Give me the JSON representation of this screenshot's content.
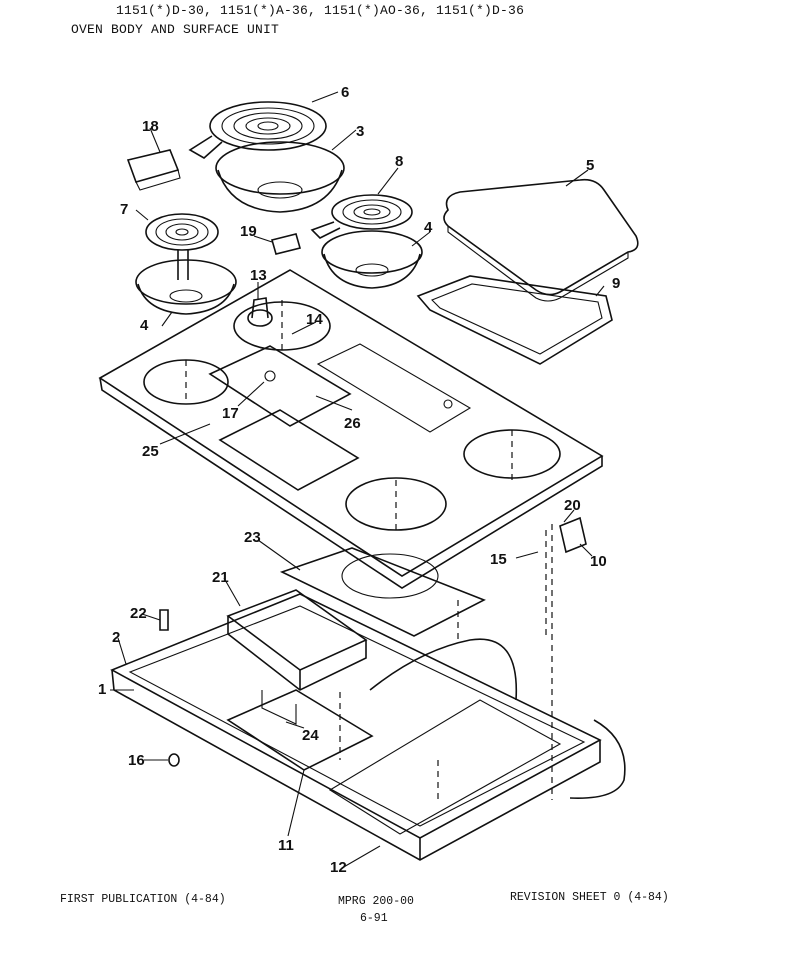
{
  "header": {
    "models": "1151(*)D-30, 1151(*)A-36, 1151(*)AO-36, 1151(*)D-36",
    "subtitle": "OVEN BODY AND SURFACE UNIT"
  },
  "callouts": {
    "c1": "1",
    "c2": "2",
    "c3": "3",
    "c4a": "4",
    "c4b": "4",
    "c5": "5",
    "c6": "6",
    "c7": "7",
    "c8": "8",
    "c9": "9",
    "c10": "10",
    "c11": "11",
    "c12": "12",
    "c13": "13",
    "c14": "14",
    "c15": "15",
    "c16": "16",
    "c17": "17",
    "c18": "18",
    "c19": "19",
    "c20": "20",
    "c21": "21",
    "c22": "22",
    "c23": "23",
    "c24": "24",
    "c25": "25",
    "c26": "26"
  },
  "footer": {
    "left": "FIRST PUBLICATION (4-84)",
    "middle": "MPRG 200-00",
    "page": "6-91",
    "right": "REVISION SHEET 0 (4-84)"
  }
}
